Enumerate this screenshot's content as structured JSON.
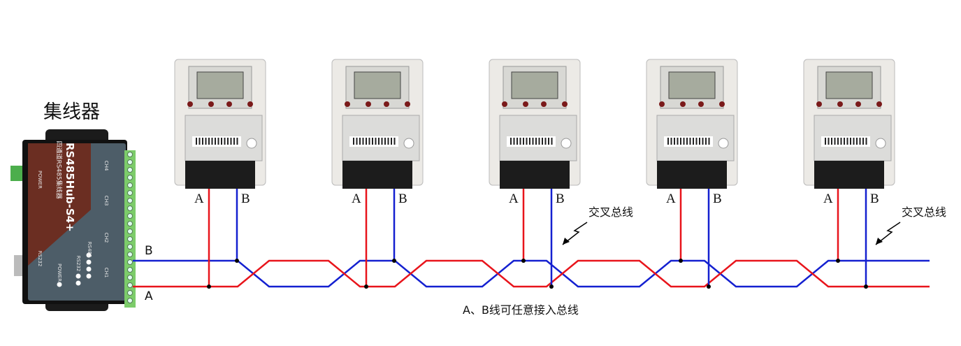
{
  "title": "集线器",
  "hub": {
    "model": "RS485Hub-S4+",
    "subtitle": "四通道RS485集线器",
    "ports": [
      "CH4",
      "CH3",
      "CH2",
      "CH1"
    ],
    "labels": {
      "power": "POWER",
      "rs232": "RS232",
      "rs485": "RS485",
      "power_led": "POWER",
      "rs232_led": "RS232"
    },
    "bus_b": "B",
    "bus_a": "A"
  },
  "meters": [
    {
      "a_label": "A",
      "b_label": "B"
    },
    {
      "a_label": "A",
      "b_label": "B"
    },
    {
      "a_label": "A",
      "b_label": "B"
    },
    {
      "a_label": "A",
      "b_label": "B"
    },
    {
      "a_label": "A",
      "b_label": "B"
    }
  ],
  "annotations": {
    "cross_bus_1": "交叉总线",
    "cross_bus_2": "交叉总线",
    "bottom_note": "A、B线可任意接入总线"
  },
  "colors": {
    "wire_a": "#e8141b",
    "wire_b": "#1420d0",
    "hub_brown": "#6b2e22",
    "hub_slate": "#4d5d68",
    "terminal": "#7ccc6a"
  }
}
